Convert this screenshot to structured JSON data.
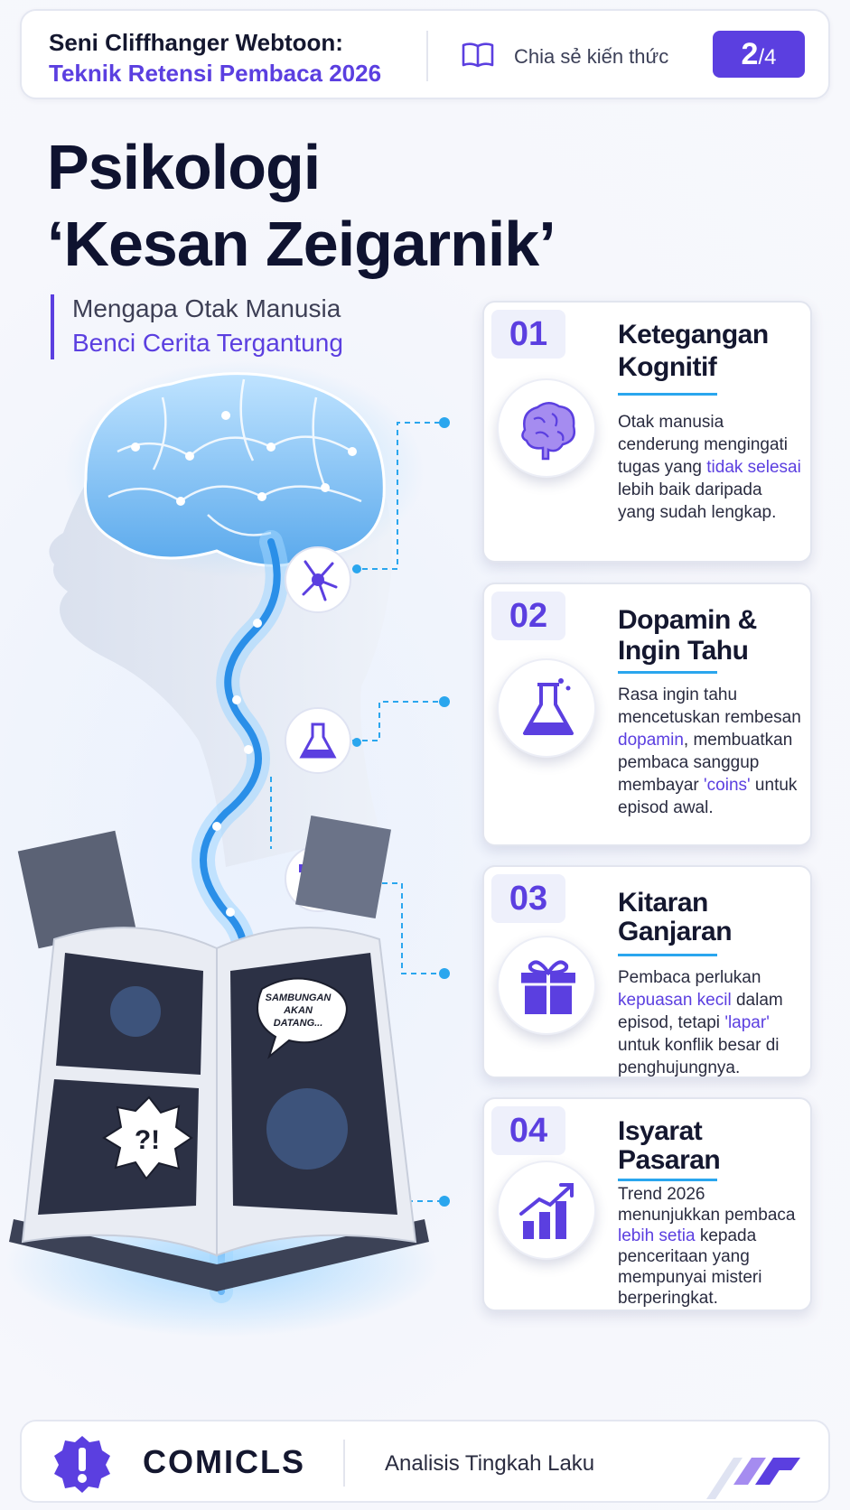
{
  "header": {
    "title_line1": "Seni Cliffhanger Webtoon:",
    "title_line2": "Teknik Retensi Pembaca 2026",
    "share_label": "Chia sẻ kiến thức",
    "share_icon": "open-book-icon",
    "page_current": "2",
    "page_total": "/4"
  },
  "title": {
    "line1": "Psikologi",
    "line2": "‘Kesan Zeigarnik’",
    "subtitle_line1": "Mengapa Otak Manusia",
    "subtitle_line2": "Benci Cerita Tergantung"
  },
  "illustration": {
    "speech_bubble_line1": "SAMBUNGAN",
    "speech_bubble_line2": "AKAN",
    "speech_bubble_line3": "DATANG...",
    "exclaim_bubble": "?!"
  },
  "cards": [
    {
      "number": "01",
      "title_line1": "Ketegangan",
      "title_line2": "Kognitif",
      "icon": "brain-icon",
      "body_pre": "Otak manusia cenderung mengingati tugas yang ",
      "body_hl": "tidak selesai",
      "body_post": " lebih baik daripada yang sudah lengkap."
    },
    {
      "number": "02",
      "title_line1": "Dopamin &",
      "title_line2": "Ingin Tahu",
      "icon": "flask-icon",
      "body_pre": "Rasa ingin tahu mencetuskan rembesan ",
      "body_hl": "dopamin",
      "body_mid": ", membuatkan pembaca sanggup membayar ",
      "body_hl2": "'coins'",
      "body_post": " untuk episod awal."
    },
    {
      "number": "03",
      "title_line1": "Kitaran",
      "title_line2": "Ganjaran",
      "icon": "gift-icon",
      "body_pre": "Pembaca perlukan ",
      "body_hl": "kepuasan kecil",
      "body_mid": " dalam episod, tetapi ",
      "body_hl2": "'lapar'",
      "body_post": " untuk konflik besar di penghujungnya."
    },
    {
      "number": "04",
      "title_line1": "Isyarat",
      "title_line2": "Pasaran",
      "icon": "growth-chart-icon",
      "body_pre": "Trend 2026 menunjukkan pembaca ",
      "body_hl": "lebih setia",
      "body_post": " kepada penceritaan yang mempunyai misteri berperingkat."
    }
  ],
  "footer": {
    "brand": "COMICLS",
    "tagline": "Analisis Tingkah Laku",
    "badge_icon": "exclamation-badge-icon"
  },
  "colors": {
    "accent": "#5b3fe0",
    "glow": "#2aa6ee",
    "text": "#14172f"
  }
}
